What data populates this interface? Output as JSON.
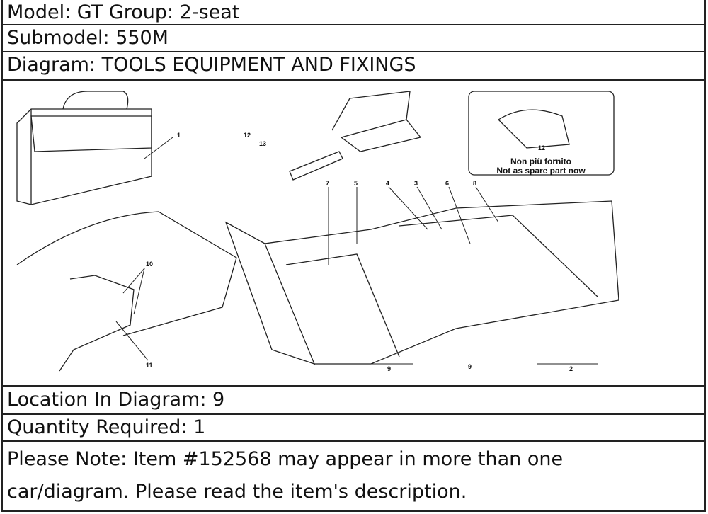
{
  "header": {
    "model": "Model: GT Group: 2-seat",
    "submodel": "Submodel: 550M",
    "diagram": "Diagram: TOOLS EQUIPMENT AND FIXINGS"
  },
  "diagram": {
    "callouts": [
      "1",
      "12",
      "13",
      "7",
      "5",
      "4",
      "3",
      "6",
      "8",
      "10",
      "11",
      "9",
      "9",
      "2",
      "12"
    ],
    "notice_it": "Non più fornito",
    "notice_en": "Not as spare part now"
  },
  "footer": {
    "location": "Location In Diagram: 9",
    "quantity": "Quantity Required: 1",
    "note": "Please Note: Item #152568 may appear in more than one car/diagram. Please read the item's description."
  }
}
